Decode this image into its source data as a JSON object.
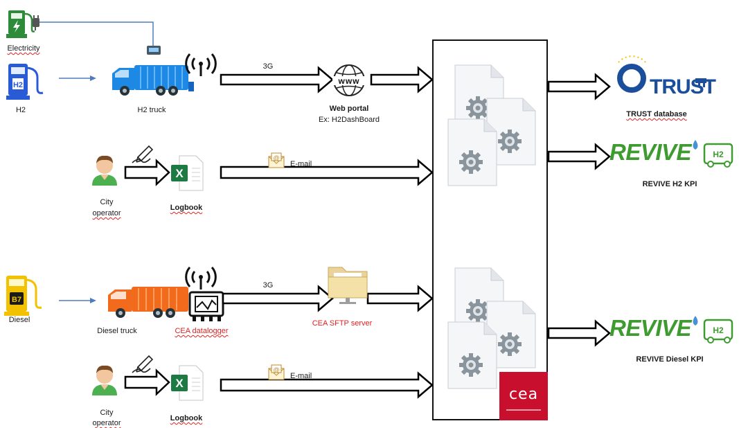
{
  "sources": {
    "electricity": "Electricity",
    "h2": "H2",
    "diesel": "Diesel"
  },
  "vehicles": {
    "h2_truck": "H2 truck",
    "diesel_truck": "Diesel truck"
  },
  "links": {
    "three_g_top": "3G",
    "three_g_bottom": "3G",
    "email_top": "E-mail",
    "email_bottom": "E-mail"
  },
  "portal": {
    "title": "Web portal",
    "example": "Ex: H2DashBoard"
  },
  "operators": {
    "top_line1": "City",
    "top_line2": "operator",
    "bottom_line1": "City",
    "bottom_line2": "operator"
  },
  "logbooks": {
    "top": "Logbook",
    "bottom": "Logbook"
  },
  "datalogger": "CEA datalogger",
  "sftp": "CEA SFTP server",
  "fuel_badges": {
    "h2": "H2",
    "b7": "B7"
  },
  "outputs": {
    "trust_logo": "TRUST",
    "trust_caption": "TRUST database",
    "revive_logo_1": "REVIVE",
    "revive_logo_2": "REVIVE",
    "revive_badge_1": "H2",
    "revive_badge_2": "H2",
    "revive_h2_caption": "REVIVE  H2 KPI",
    "revive_diesel_caption": "REVIVE  Diesel KPI"
  },
  "cea_logo": "cea",
  "colors": {
    "fuel_green": "#2e8b3a",
    "h2_blue": "#2a5bd7",
    "b7_yellow": "#f2c200",
    "flow_blue": "#4f7bbf",
    "truck_blue": "#1e88e5",
    "truck_orange": "#f26b1d",
    "cea_red": "#c8102e",
    "revive_green": "#3d9b2f",
    "trust_blue": "#1b4f9c",
    "label_red": "#e02020"
  },
  "icons": [
    "fuel-pump-icon",
    "plug-icon",
    "antenna-icon",
    "globe-icon",
    "envelope-icon",
    "pen-icon",
    "excel-icon",
    "folder-icon",
    "datalogger-icon",
    "gear-document-icon",
    "person-icon"
  ]
}
